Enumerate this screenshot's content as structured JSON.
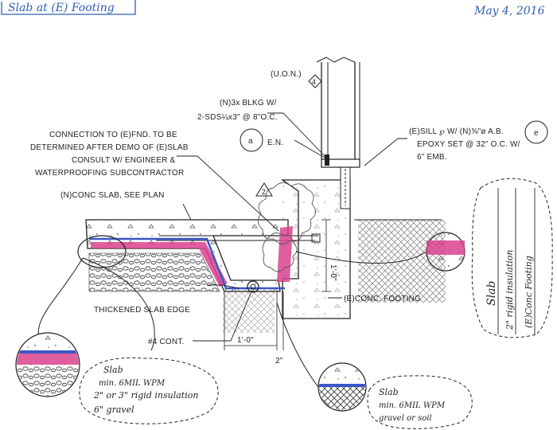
{
  "header": {
    "title": "Slab at (E) Footing",
    "date": "May 4, 2016"
  },
  "notes": {
    "uon": "(U.O.N.)",
    "tag4": "4",
    "tag2": "2",
    "blkg_line1": "(N)3x BLKG W/",
    "blkg_line2": "2-SDS¼x3\" @ 8\"O.C.",
    "en": "E.N.",
    "tag_a": "a",
    "tag_e": "e",
    "connection_line1": "CONNECTION TO (E)FND. TO BE",
    "connection_line2": "DETERMINED AFTER DEMO OF (E)SLAB",
    "connection_line3": "CONSULT W/ ENGINEER &",
    "connection_line4": "WATERPROOFING SUBCONTRACTOR",
    "sill_line1": "(E)SILL ℘ W/ (N)⅝\"ø A.B.",
    "sill_line2": "EPOXY SET @ 32\" O.C. W/",
    "sill_line3": "6\" EMB.",
    "slab_note": "(N)CONC SLAB, SEE PLAN",
    "thickened": "THICKENED SLAB EDGE",
    "rebar": "#4 CONT.",
    "footing": "(E)CONC. FOOTING",
    "dim_height": "1'-0\"",
    "dim_width": "1'-0\"",
    "dim_2in": "2\""
  },
  "legend_left": {
    "title": "Slab",
    "line1": "min. 6MIL WPM",
    "line2": "2\" or 3\" rigid insulation",
    "line3": "6\" gravel"
  },
  "legend_mid": {
    "title": "Slab",
    "line1": "min. 6MIL WPM",
    "line2": "gravel or soil"
  },
  "legend_right": {
    "line1": "Slab",
    "line2": "2\" rigid insulation",
    "line3": "(E)Conc Footing"
  },
  "colors": {
    "ink": "#1a1a1a",
    "blue_ink": "#2f5fb3",
    "insulation": "#d9428f",
    "wpm": "#3a57c8"
  }
}
